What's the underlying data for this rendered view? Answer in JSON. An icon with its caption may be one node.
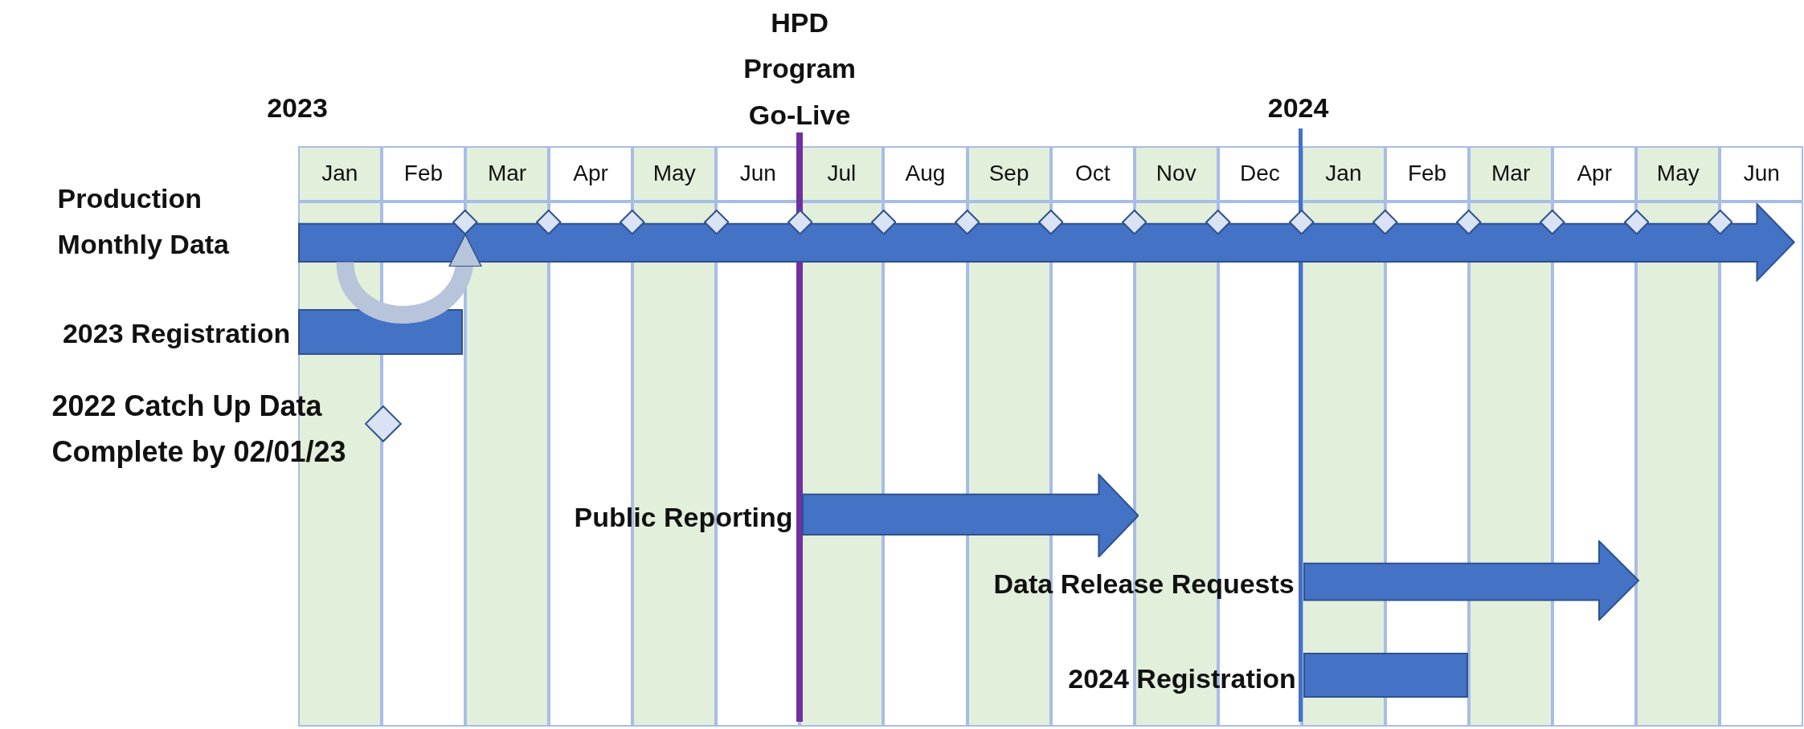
{
  "diagram": {
    "nodes": [
      {
        "text": [
          "HPD Program Go-Live"
        ]
      },
      {
        "text": [
          "Production Monthly Data"
        ]
      },
      {
        "text": [],
        "shape": "diamond"
      },
      {
        "text": [],
        "shape": "diamond"
      },
      {
        "text": [],
        "shape": "diamond"
      },
      {
        "text": [],
        "shape": "diamond"
      },
      {
        "text": [],
        "shape": "diamond"
      },
      {
        "text": [],
        "shape": "diamond"
      },
      {
        "text": [],
        "shape": "diamond"
      },
      {
        "text": [],
        "shape": "diamond"
      },
      {
        "text": [],
        "shape": "diamond"
      },
      {
        "text": [],
        "shape": "diamond"
      },
      {
        "text": [],
        "shape": "diamond"
      },
      {
        "text": [],
        "shape": "diamond"
      },
      {
        "text": [],
        "shape": "diamond"
      },
      {
        "text": [],
        "shape": "diamond"
      },
      {
        "text": [],
        "shape": "diamond"
      },
      {
        "text": [],
        "shape": "diamond"
      },
      {
        "text": [
          "2023 Registration"
        ]
      },
      {
        "text": [
          "2022 Catch Up Data Complete by 02/01/23"
        ]
      },
      {
        "text": [
          "Public Reporting"
        ]
      },
      {
        "text": [
          "Data Release Requests"
        ]
      },
      {
        "text": [
          "2024 Registration"
        ]
      }
    ],
    "edges": [
      {
        "from": 1,
        "to": 2,
        "arrow": "to"
      }
    ],
    "labels": [
      "2023",
      "2024",
      "Jan",
      "Feb",
      "Mar",
      "Apr",
      "May",
      "Jun",
      "Jul",
      "Aug",
      "Sep",
      "Oct",
      "Nov",
      "Dec",
      "Jan",
      "Feb",
      "Mar",
      "Apr",
      "May",
      "Jun"
    ]
  }
}
